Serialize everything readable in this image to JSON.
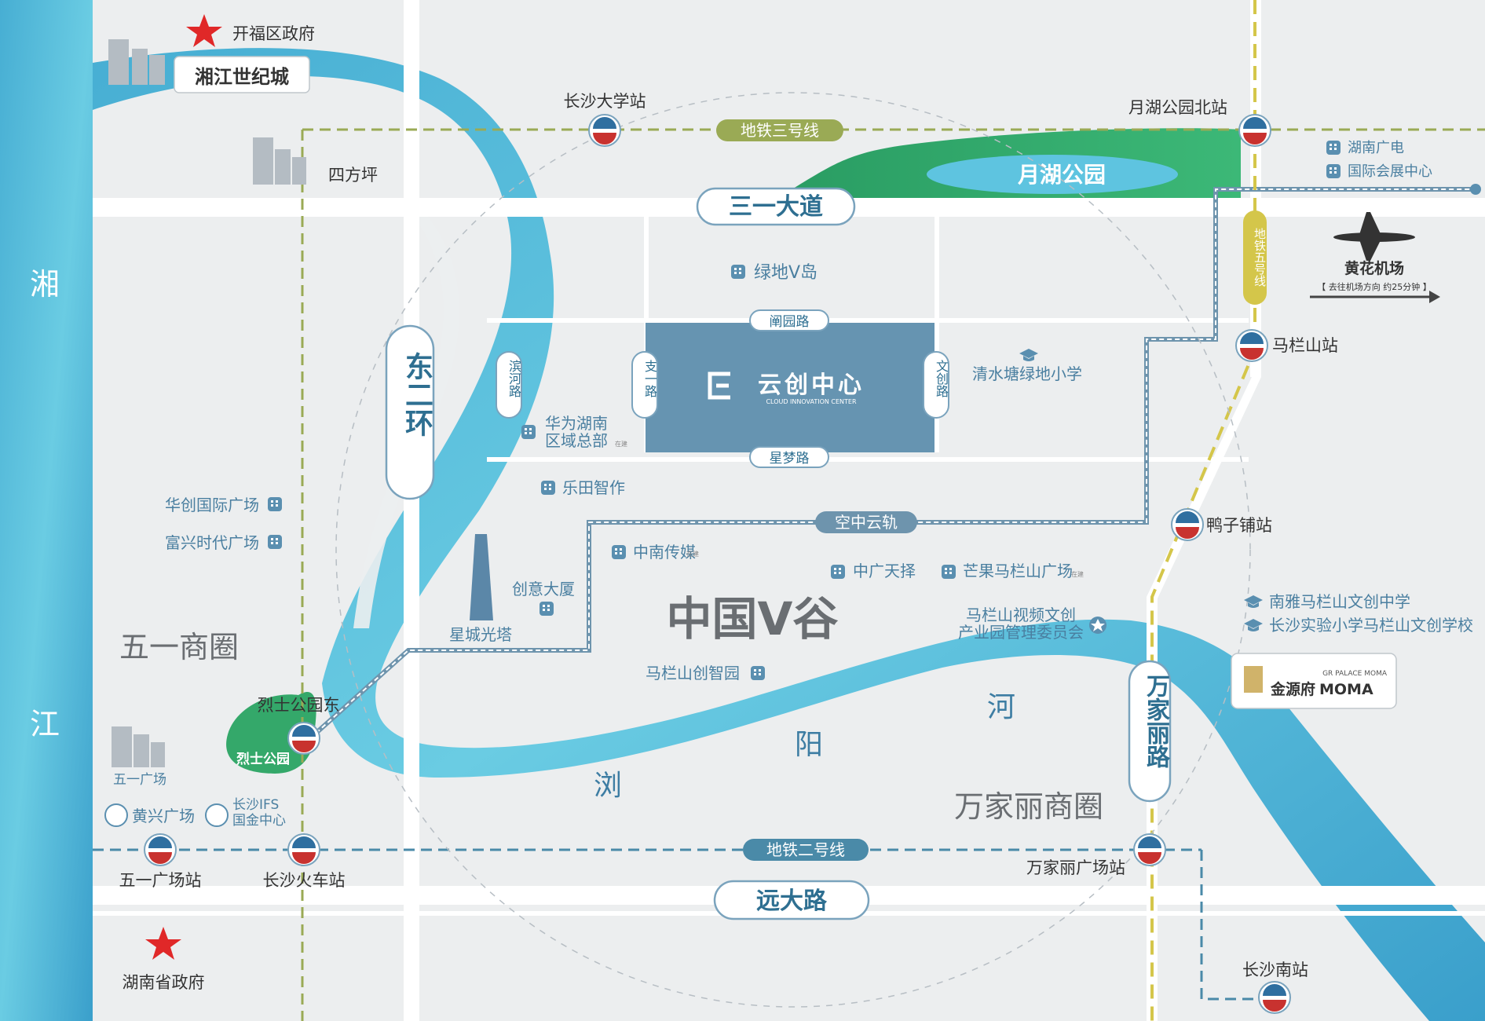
{
  "colors": {
    "background": "#eceeef",
    "water": "#5dc1dc",
    "park": "#2ea86a",
    "metro_line3": "#9aaa55",
    "metro_line2": "#4a8aa8",
    "metro_line5": "#d4c64a",
    "sky_rail": "#6e94ad",
    "project_block": "#6694b1"
  },
  "project": {
    "name_cn": "云创中心",
    "name_en": "CLOUD INNOVATION CENTER"
  },
  "roads": {
    "sanyi": "三一大道",
    "dongerhuan": "东二环",
    "yuanda": "远大路",
    "wanjiali": "万家丽路",
    "qiyuan": "阐园路",
    "xingmeng": "星梦路",
    "zhiyi": "支一路",
    "wenchuang": "文创路",
    "binhe": "滨河路"
  },
  "transit": {
    "line3": "地铁三号线",
    "line2": "地铁二号线",
    "line5": "地铁五号线",
    "skyrail": "空中云轨",
    "stations": {
      "changsha_univ": "长沙大学站",
      "yuehu_north": "月湖公园北站",
      "malanshan": "马栏山站",
      "yazipu": "鸭子铺站",
      "wanjiali_square": "万家丽广场站",
      "changsha_south": "长沙南站",
      "wuyi_square": "五一广场站",
      "changsha_railway": "长沙火车站",
      "lieshi_east": "烈士公园东"
    }
  },
  "parks": {
    "yuehu": "月湖公园",
    "lieshi": "烈士公园"
  },
  "water": {
    "xiangjiang_1": "湘",
    "xiangjiang_2": "江",
    "liuyang_1": "浏",
    "liuyang_2": "阳",
    "liuyang_3": "河"
  },
  "districts": {
    "zhongguo_vgu": "中国V谷",
    "wuyi": "五一商圈",
    "wanjiali": "万家丽商圈"
  },
  "pois": {
    "kaifu_gov": "开福区政府",
    "xiangjiang_century": "湘江世纪城",
    "sifangping": "四方坪",
    "lvdi_island": "绿地V岛",
    "qingshuitang_school": "清水塘绿地小学",
    "huawei": [
      "华为湖南",
      "区域总部"
    ],
    "letian": "乐田智作",
    "huachuang": "华创国际广场",
    "fuxing": "富兴时代广场",
    "zhongnan_media": "中南传媒",
    "chuangyi": "创意大厦",
    "xingcheng_tower": "星城光塔",
    "zhongguang": "中广天择",
    "mango": "芒果马栏山广场",
    "committee": [
      "马栏山视频文创",
      "产业园管理委员会"
    ],
    "malanshan_park": "马栏山创智园",
    "hunan_tv": "湖南广电",
    "expo_center": "国际会展中心",
    "nanya_school": "南雅马栏山文创中学",
    "changsha_exp_school": "长沙实验小学马栏山文创学校",
    "wuyi_square": "五一广场",
    "huangxing": "黄兴广场",
    "ifs": [
      "长沙IFS",
      "国金中心"
    ],
    "province_gov": "湖南省政府",
    "under_construction_tag": "在建"
  },
  "airport": {
    "name": "黄花机场",
    "note": "【 去往机场方向 约25分钟 】"
  },
  "moma": {
    "en": "GR PALACE MOMA",
    "cn": "金源府",
    "brand": "MOMA"
  }
}
